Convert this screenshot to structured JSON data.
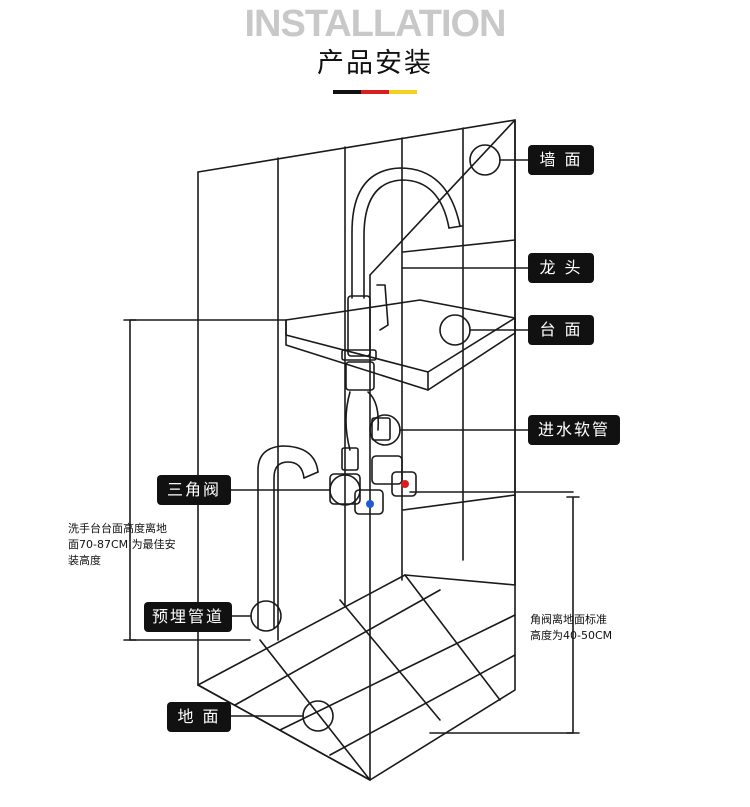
{
  "header": {
    "title_en": "INSTALLATION",
    "title_zh": "产品安装",
    "stripe_colors": [
      "#111111",
      "#d81e1e",
      "#f2d21a"
    ]
  },
  "labels": {
    "wall": "墙 面",
    "faucet": "龙 头",
    "countertop": "台 面",
    "inlet_hose": "进水软管",
    "angle_valve": "三角阀",
    "embedded_pipe": "预埋管道",
    "floor": "地 面"
  },
  "notes": {
    "basin_height": [
      "洗手台台面高度离地",
      "面70-87CM 为最佳安",
      "装高度"
    ],
    "valve_height": [
      "角阀离地面标准",
      "高度为40-50CM"
    ]
  },
  "colors": {
    "line": "#1a1a1a",
    "hot_valve": "#d81e1e",
    "cold_valve": "#1e5ad8"
  },
  "icons": [
    "faucet-icon",
    "angle-valve-icon",
    "hose-icon",
    "drain-pipe-icon"
  ]
}
